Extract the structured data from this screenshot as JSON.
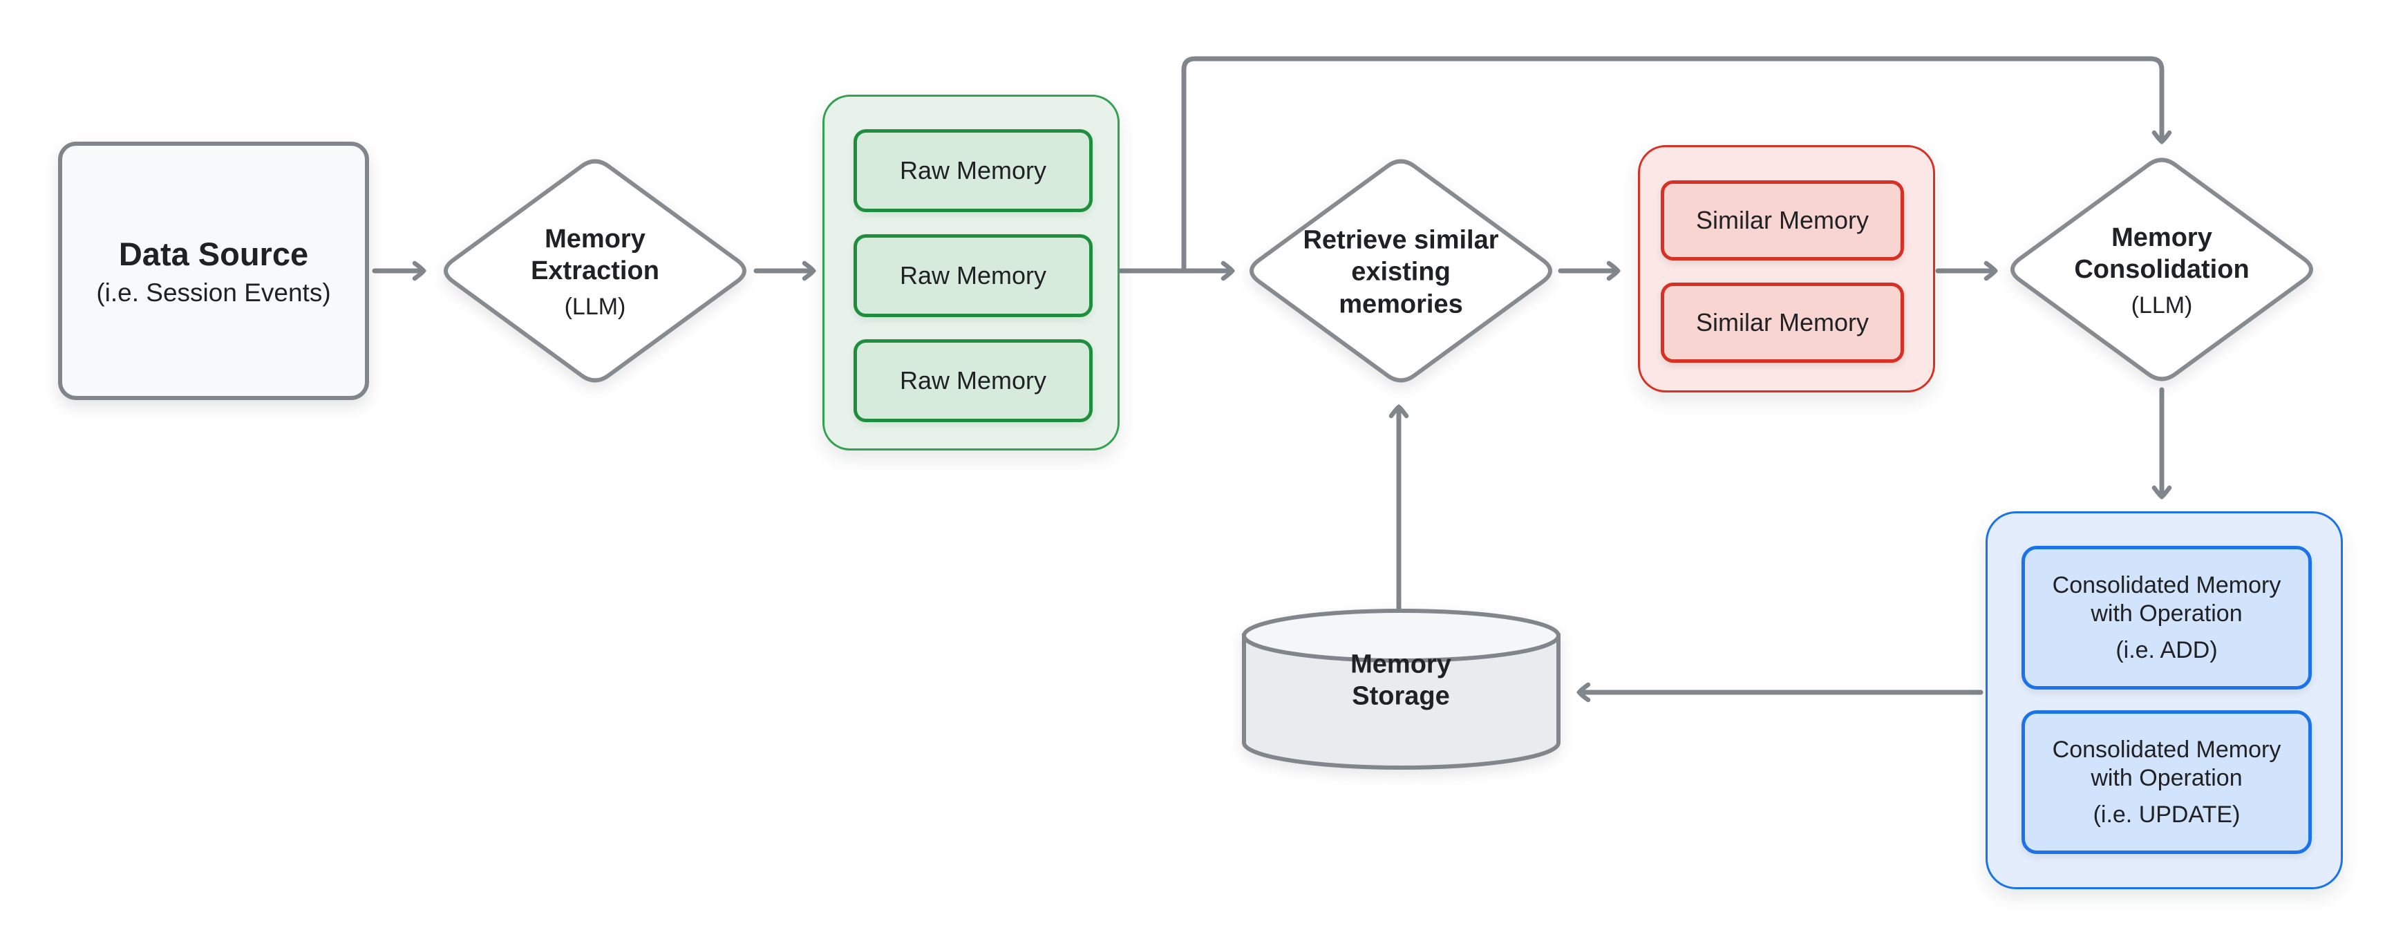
{
  "diagram": {
    "nodes": {
      "data_source": {
        "title": "Data Source",
        "subtitle": "(i.e. Session Events)"
      },
      "memory_extraction": {
        "title": "Memory Extraction",
        "subtitle": "(LLM)"
      },
      "raw_memory_group": {
        "items": [
          "Raw Memory",
          "Raw Memory",
          "Raw Memory"
        ]
      },
      "retrieve_memories": {
        "title": "Retrieve similar existing memories"
      },
      "similar_memory_group": {
        "items": [
          "Similar Memory",
          "Similar Memory"
        ]
      },
      "memory_consolidation": {
        "title": "Memory Consolidation",
        "subtitle": "(LLM)"
      },
      "consolidated_group": {
        "items": [
          {
            "title": "Consolidated Memory with Operation",
            "subtitle": "(i.e. ADD)"
          },
          {
            "title": "Consolidated Memory with Operation",
            "subtitle": "(i.e. UPDATE)"
          }
        ]
      },
      "memory_storage": {
        "title": "Memory Storage"
      }
    },
    "colors": {
      "arrow": "#80868b",
      "green_border": "#1e8e3e",
      "green_container_fill": "#e7f3ea",
      "green_card_fill": "#d6ebdb",
      "red_border": "#d93025",
      "red_container_fill": "#fbe7e5",
      "red_card_fill": "#f9d5d2",
      "blue_border": "#1a73e8",
      "blue_container_fill": "#e4edfc",
      "blue_card_fill": "#d2e3fc",
      "neutral_fill": "#f8f9fa",
      "storage_fill": "#e9ebee",
      "text": "#202124"
    }
  }
}
